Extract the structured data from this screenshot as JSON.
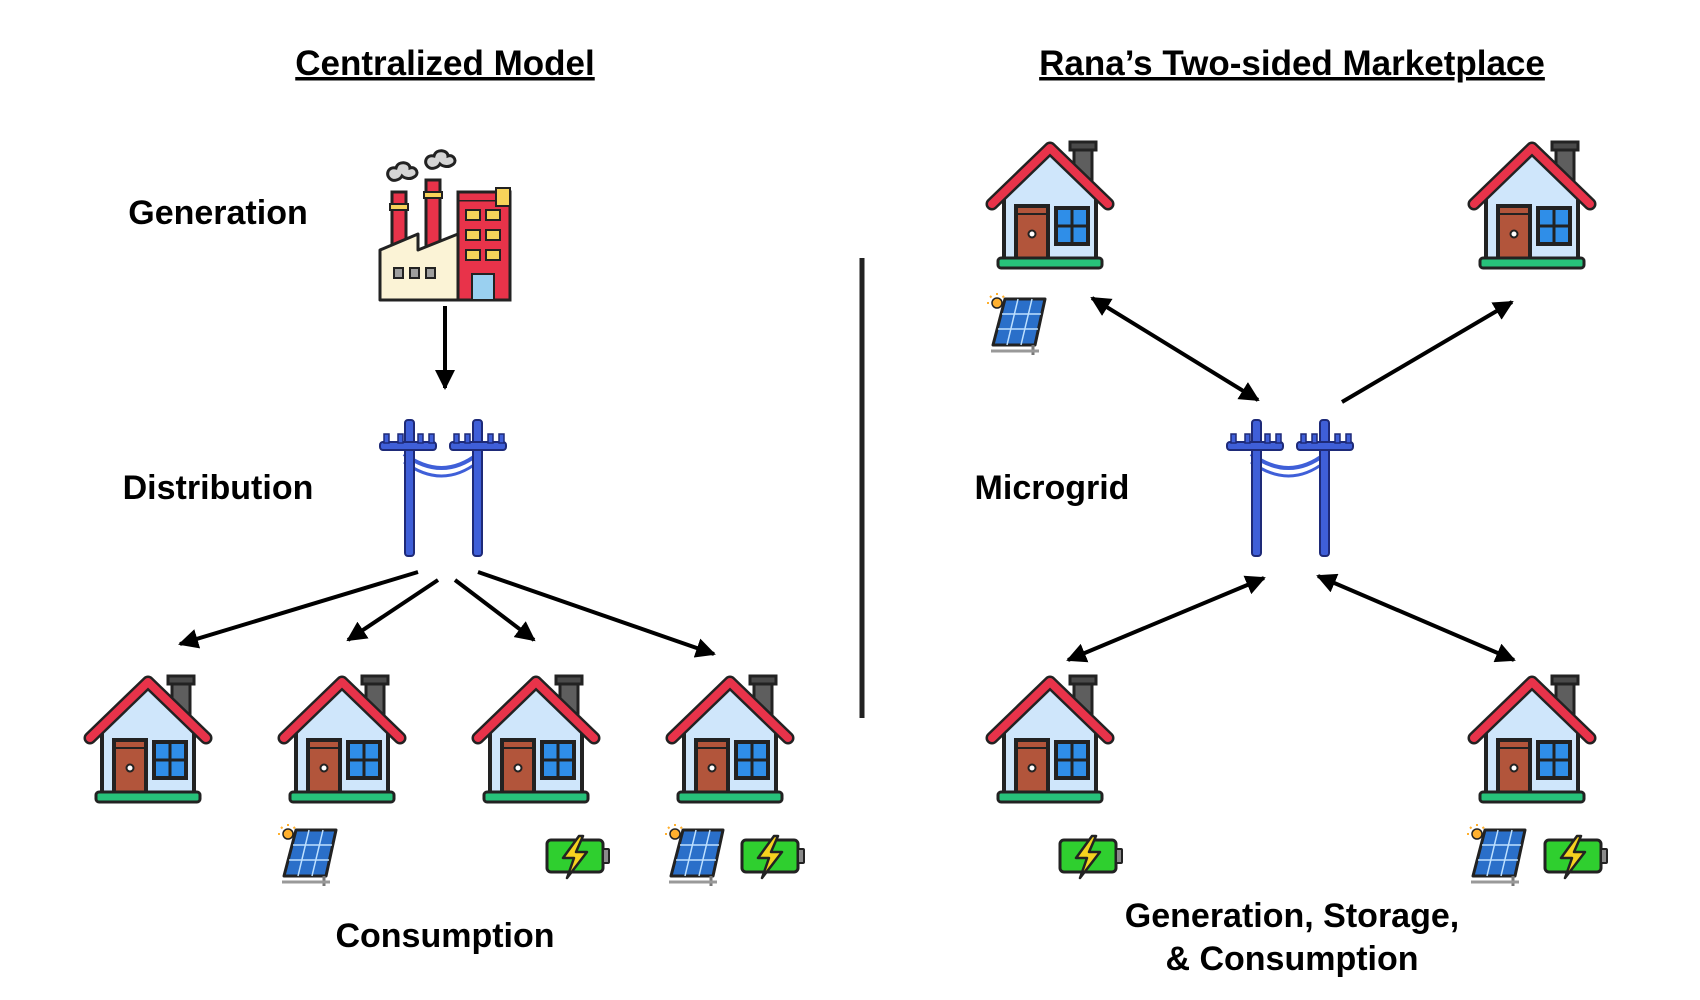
{
  "left_panel": {
    "title": "Centralized Model",
    "generation_label": "Generation",
    "distribution_label": "Distribution",
    "consumption_label": "Consumption"
  },
  "right_panel": {
    "title": "Rana’s Two-sided Marketplace",
    "microgrid_label": "Microgrid",
    "bottom_label_line1": "Generation, Storage,",
    "bottom_label_line2": "& Consumption"
  },
  "icons": [
    "factory-icon",
    "power-pole-icon",
    "house-icon",
    "solar-panel-icon",
    "battery-icon"
  ],
  "colors": {
    "roof": "#e8334a",
    "house_wall": "#cfe6fb",
    "door": "#b2553b",
    "window": "#2f8ee8",
    "grass": "#27c27a",
    "pole": "#3f5fd8",
    "battery": "#2fcf2f",
    "bolt": "#f5d21f",
    "solar": "#2a6fc9"
  }
}
